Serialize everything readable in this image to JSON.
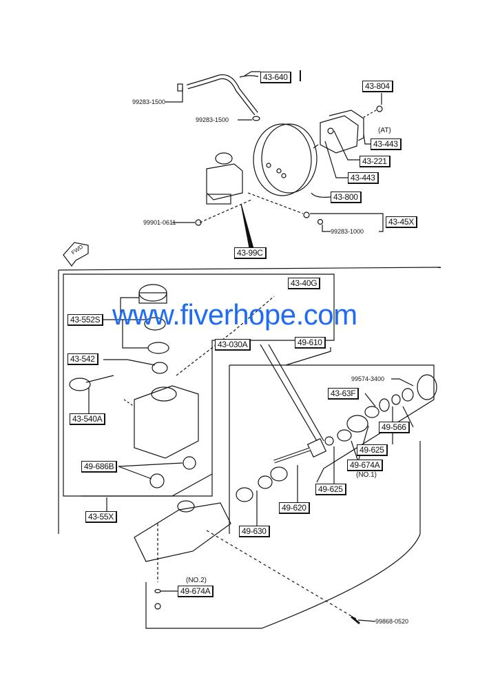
{
  "watermark": "www.fiverhope.com",
  "direction_marker": "FWD",
  "upper_assembly": {
    "hose": "43-640",
    "clamp_upper_left": "99283-1500",
    "clamp_lower": "99283-1500",
    "nut_top": "43-804",
    "at_note": "(AT)",
    "gasket_a": "43-443",
    "spacer": "43-221",
    "gasket_b": "43-443",
    "power_brake_unit": "43-800",
    "bolt_set": "43-45X",
    "bolt_nut": "99283-1000",
    "master_nut": "99901-0611",
    "master_cylinder_assembly": "43-99C"
  },
  "lower_assembly": {
    "reservoir_label": "43-40G",
    "cap_set": "43-552S",
    "screen": "43-542",
    "clip": "43-540A",
    "grommet": "49-686B",
    "reservoir_set": "43-55X",
    "cylinder": "43-030A",
    "piston_kit": "49-610",
    "snap_ring": "99574-3400",
    "stop": "43-63F",
    "piston_cup": "49-566",
    "seal_1": "49-625",
    "seal_no1": "49-674A",
    "no1_note": "(NO.1)",
    "seal_2": "49-625",
    "primary_piston": "49-620",
    "spring": "49-630",
    "no2_note": "(NO.2)",
    "seal_no2": "49-674A",
    "screw": "99868-0520"
  }
}
